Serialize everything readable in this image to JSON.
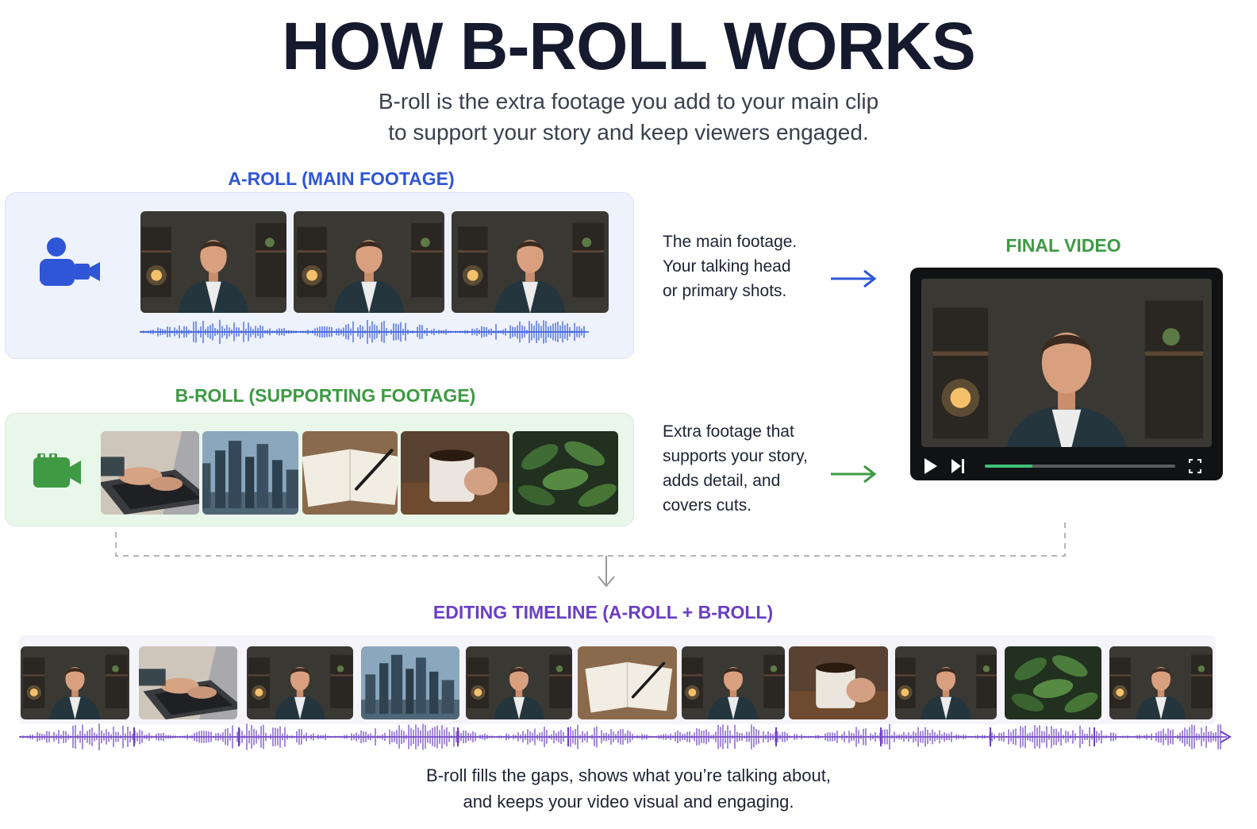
{
  "title": "HOW B-ROLL WORKS",
  "subtitle": {
    "line1": "B-roll is the extra footage you add to your main clip",
    "line2": "to support your story and keep viewers engaged."
  },
  "a_roll": {
    "label": "A-ROLL (MAIN FOOTAGE)",
    "icon": "person-camera-icon",
    "color": "#2f56d6",
    "frames": [
      "talking-head",
      "talking-head",
      "talking-head"
    ],
    "description": [
      "The main footage.",
      "Your talking head",
      "or primary shots."
    ]
  },
  "b_roll": {
    "label": "B-ROLL (SUPPORTING FOOTAGE)",
    "icon": "video-camera-icon",
    "color": "#3e9a43",
    "frames": [
      "typing-laptop",
      "city-skyline",
      "notebook-pen",
      "coffee-mug",
      "plant-leaves"
    ],
    "description": [
      "Extra footage that",
      "supports your story,",
      "adds detail, and",
      "covers cuts."
    ]
  },
  "final_video": {
    "label": "FINAL VIDEO",
    "progress": 0.25
  },
  "timeline": {
    "label": "EDITING TIMELINE (A-ROLL + B-ROLL)",
    "color": "#6a3fc4",
    "clips": [
      "talking-head",
      "typing-laptop",
      "talking-head",
      "city-skyline",
      "talking-head",
      "notebook-pen",
      "talking-head",
      "coffee-mug",
      "talking-head",
      "plant-leaves",
      "talking-head"
    ]
  },
  "footer": {
    "line1": "B-roll fills the gaps, shows what you’re talking about,",
    "line2": "and keeps your video visual and engaging."
  }
}
